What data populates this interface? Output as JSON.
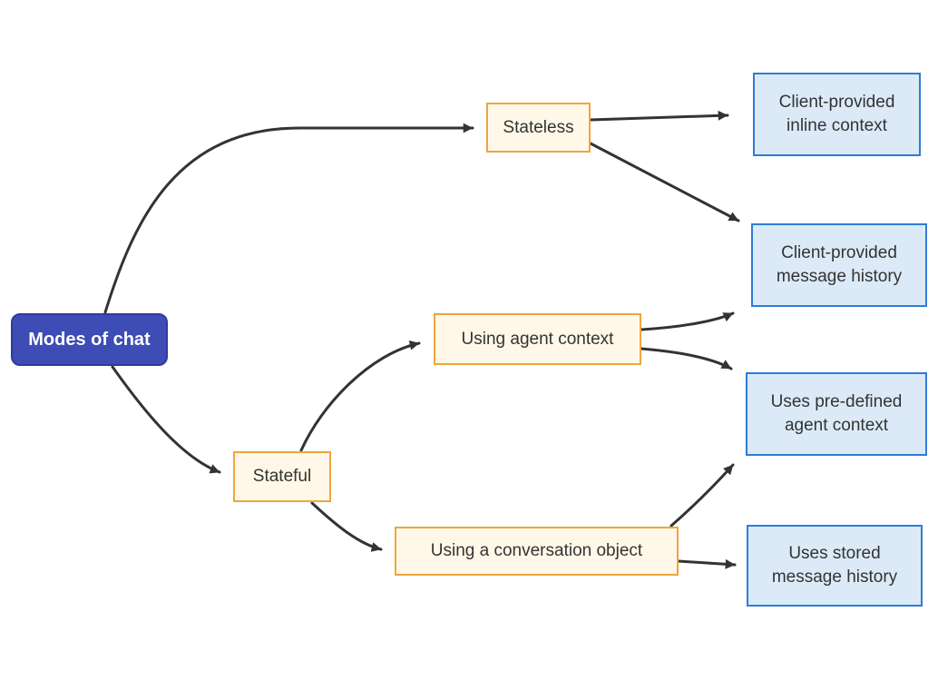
{
  "diagram": {
    "type": "flowchart",
    "direction": "left-to-right",
    "nodes": [
      {
        "id": "modes-of-chat",
        "label": "Modes of chat",
        "kind": "root"
      },
      {
        "id": "stateless",
        "label": "Stateless",
        "kind": "mode"
      },
      {
        "id": "client-inline-context",
        "label": "Client-provided inline context",
        "kind": "outcome"
      },
      {
        "id": "client-message-history",
        "label": "Client-provided message history",
        "kind": "outcome"
      },
      {
        "id": "using-agent-context",
        "label": "Using agent context",
        "kind": "mode"
      },
      {
        "id": "uses-predefined-agent-context",
        "label": "Uses pre-defined agent context",
        "kind": "outcome"
      },
      {
        "id": "stateful",
        "label": "Stateful",
        "kind": "mode"
      },
      {
        "id": "using-conversation-object",
        "label": "Using a conversation object",
        "kind": "mode"
      },
      {
        "id": "uses-stored-message-history",
        "label": "Uses stored message history",
        "kind": "outcome"
      }
    ],
    "edges": [
      {
        "from": "modes-of-chat",
        "to": "stateless"
      },
      {
        "from": "modes-of-chat",
        "to": "stateful"
      },
      {
        "from": "stateless",
        "to": "client-inline-context"
      },
      {
        "from": "stateless",
        "to": "client-message-history"
      },
      {
        "from": "stateful",
        "to": "using-agent-context"
      },
      {
        "from": "stateful",
        "to": "using-conversation-object"
      },
      {
        "from": "using-agent-context",
        "to": "client-message-history"
      },
      {
        "from": "using-agent-context",
        "to": "uses-predefined-agent-context"
      },
      {
        "from": "using-conversation-object",
        "to": "uses-predefined-agent-context"
      },
      {
        "from": "using-conversation-object",
        "to": "uses-stored-message-history"
      }
    ],
    "colors": {
      "background": "#FFFFFF",
      "root_fill": "#3D4DB5",
      "root_border": "#2E3A9E",
      "root_text": "#FFFFFF",
      "mode_fill": "#FFF8E8",
      "mode_border": "#F0A53E",
      "outcome_fill": "#DCEAF8",
      "outcome_border": "#2E7CD6",
      "node_text": "#333333",
      "edge": "#333333"
    }
  }
}
